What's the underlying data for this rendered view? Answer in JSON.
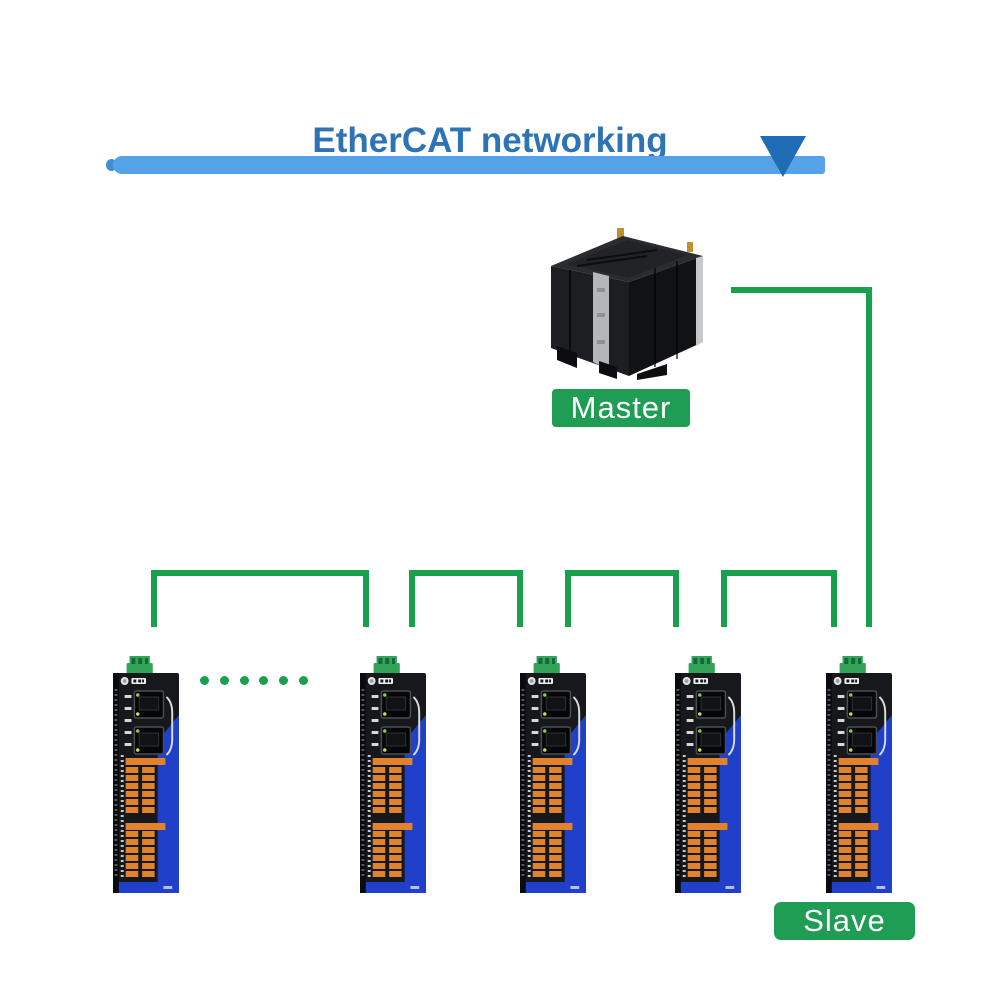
{
  "page": {
    "background": "#ffffff"
  },
  "header": {
    "title": "EtherCAT networking"
  },
  "labels": {
    "master": "Master",
    "slave": "Slave"
  },
  "diagram": {
    "slave_count": 5,
    "ellipsis_dot_count": 6
  },
  "icons": {
    "title_arrow": "down-triangle",
    "ellipsis": "green-dot-row"
  },
  "colors": {
    "title_text": "#2e74b5",
    "title_bar": "#55a2e8",
    "bar_cap": "#3f8fd6",
    "arrow": "#1f6cb4",
    "wire": "#18a04f",
    "label_bg": "#1f9d55",
    "label_text": "#ffffff",
    "device_body": "#17181c",
    "device_blue": "#2140c9",
    "terminal_orange": "#e1832d",
    "connector_green": "#33a457"
  }
}
